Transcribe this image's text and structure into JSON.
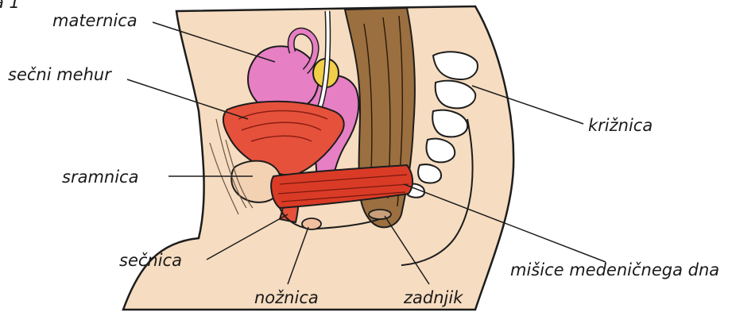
{
  "figure_tag": "a 1",
  "labels": {
    "uterus": "maternica",
    "bladder": "sečni mehur",
    "pubis": "sramnica",
    "urethra": "sečnica",
    "vagina": "nožnica",
    "anus": "zadnjik",
    "sacrum": "križnica",
    "pelvic_floor": "mišice medeničnega dna"
  },
  "colors": {
    "skin": "#f6dcc0",
    "uterus": "#e77fc4",
    "ovary": "#f1cf46",
    "bladder": "#e6513b",
    "muscle": "#da3b26",
    "bowel": "#9b6f3f",
    "bone": "#ffffff",
    "outline": "#1d1d1d"
  }
}
